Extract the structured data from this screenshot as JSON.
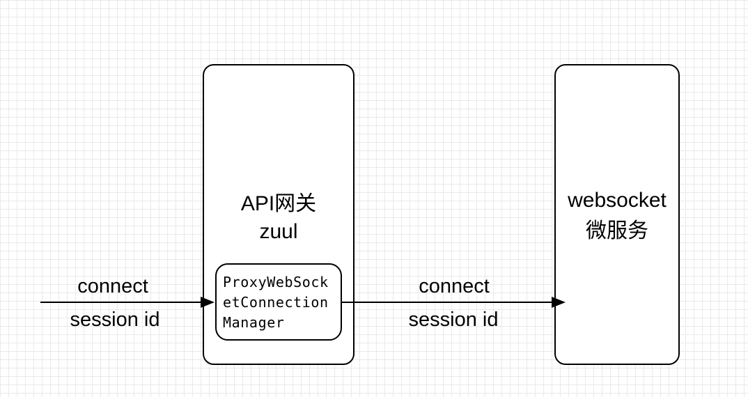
{
  "gateway": {
    "title": "API网关",
    "subtitle": "zuul",
    "component": {
      "line1": "ProxyWebSock",
      "line2": "etConnection",
      "line3": "Manager"
    }
  },
  "service": {
    "title": "websocket",
    "subtitle": "微服务"
  },
  "left_edge": {
    "connect": "connect",
    "session": "session id"
  },
  "right_edge": {
    "connect": "connect",
    "session": "session id"
  },
  "colors": {
    "background": "#ffffff",
    "grid": "#e9e9e9",
    "stroke": "#000000"
  }
}
